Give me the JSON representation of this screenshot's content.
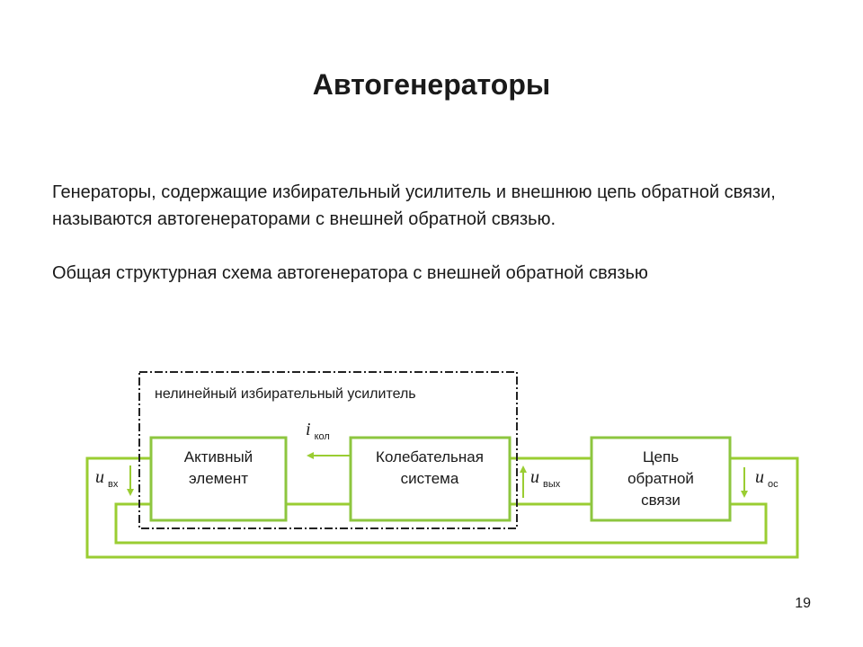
{
  "slide": {
    "title": "Автогенераторы",
    "paragraph1": "Генераторы, содержащие избирательный усилитель и внешнюю цепь обратной связи, называются автогенераторами с внешней обратной связью.",
    "paragraph2": "Общая структурная схема автогенератора с внешней обратной связью",
    "page_number": "19"
  },
  "diagram": {
    "group_label": "нелинейный избирательный усилитель",
    "blocks": [
      {
        "line1": "Активный",
        "line2": "элемент",
        "line3": ""
      },
      {
        "line1": "Колебательная",
        "line2": "система",
        "line3": ""
      },
      {
        "line1": "Цепь",
        "line2": "обратной",
        "line3": "связи"
      }
    ],
    "signals": {
      "i_kol": {
        "main": "i",
        "sub": "кол"
      },
      "u_vx": {
        "main": "u",
        "sub": "вх"
      },
      "u_vyx": {
        "main": "u",
        "sub": "вых"
      },
      "u_os": {
        "main": "u",
        "sub": "ос"
      }
    },
    "colors": {
      "line": "#9ACD32",
      "box_border": "#8DC63F",
      "dashed": "#222222"
    }
  }
}
